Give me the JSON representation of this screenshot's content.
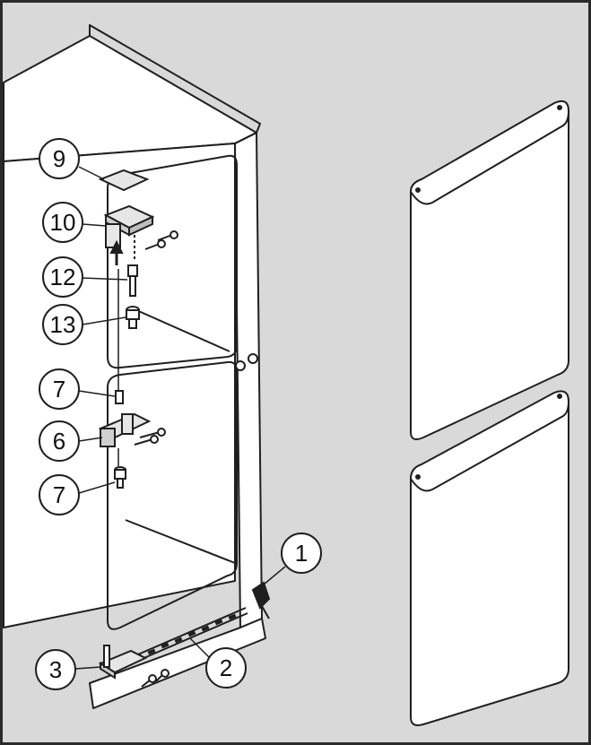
{
  "diagram": {
    "colors": {
      "background": "#d9d9d9",
      "frame": "#2b2b2b",
      "outline": "#1f1f1f",
      "panel": "#ffffff",
      "part": "#e6e6e6"
    },
    "callouts": [
      {
        "id": "9",
        "label": "9",
        "part": "cover"
      },
      {
        "id": "10",
        "label": "10",
        "part": "top-hinge-plate"
      },
      {
        "id": "12",
        "label": "12",
        "part": "hinge-pin"
      },
      {
        "id": "13",
        "label": "13",
        "part": "bushing"
      },
      {
        "id": "7a",
        "label": "7",
        "part": "upper-middle-pin"
      },
      {
        "id": "6",
        "label": "6",
        "part": "middle-hinge"
      },
      {
        "id": "7b",
        "label": "7",
        "part": "lower-middle-pin"
      },
      {
        "id": "1",
        "label": "1",
        "part": "plinth-release-point"
      },
      {
        "id": "3",
        "label": "3",
        "part": "bottom-hinge"
      },
      {
        "id": "2",
        "label": "2",
        "part": "ventilation-grille"
      }
    ]
  }
}
